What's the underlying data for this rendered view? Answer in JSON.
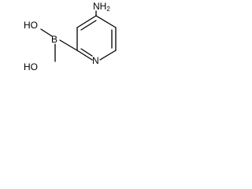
{
  "molecule": {
    "atoms": {
      "amino": "NH2",
      "boron": "B",
      "hydroxyl_top": "HO",
      "hydroxyl_bottom": "HO",
      "ring_nitrogen": "N"
    },
    "colors": {
      "bond": "#000000",
      "label": "#000000",
      "background": "#ffffff"
    }
  }
}
